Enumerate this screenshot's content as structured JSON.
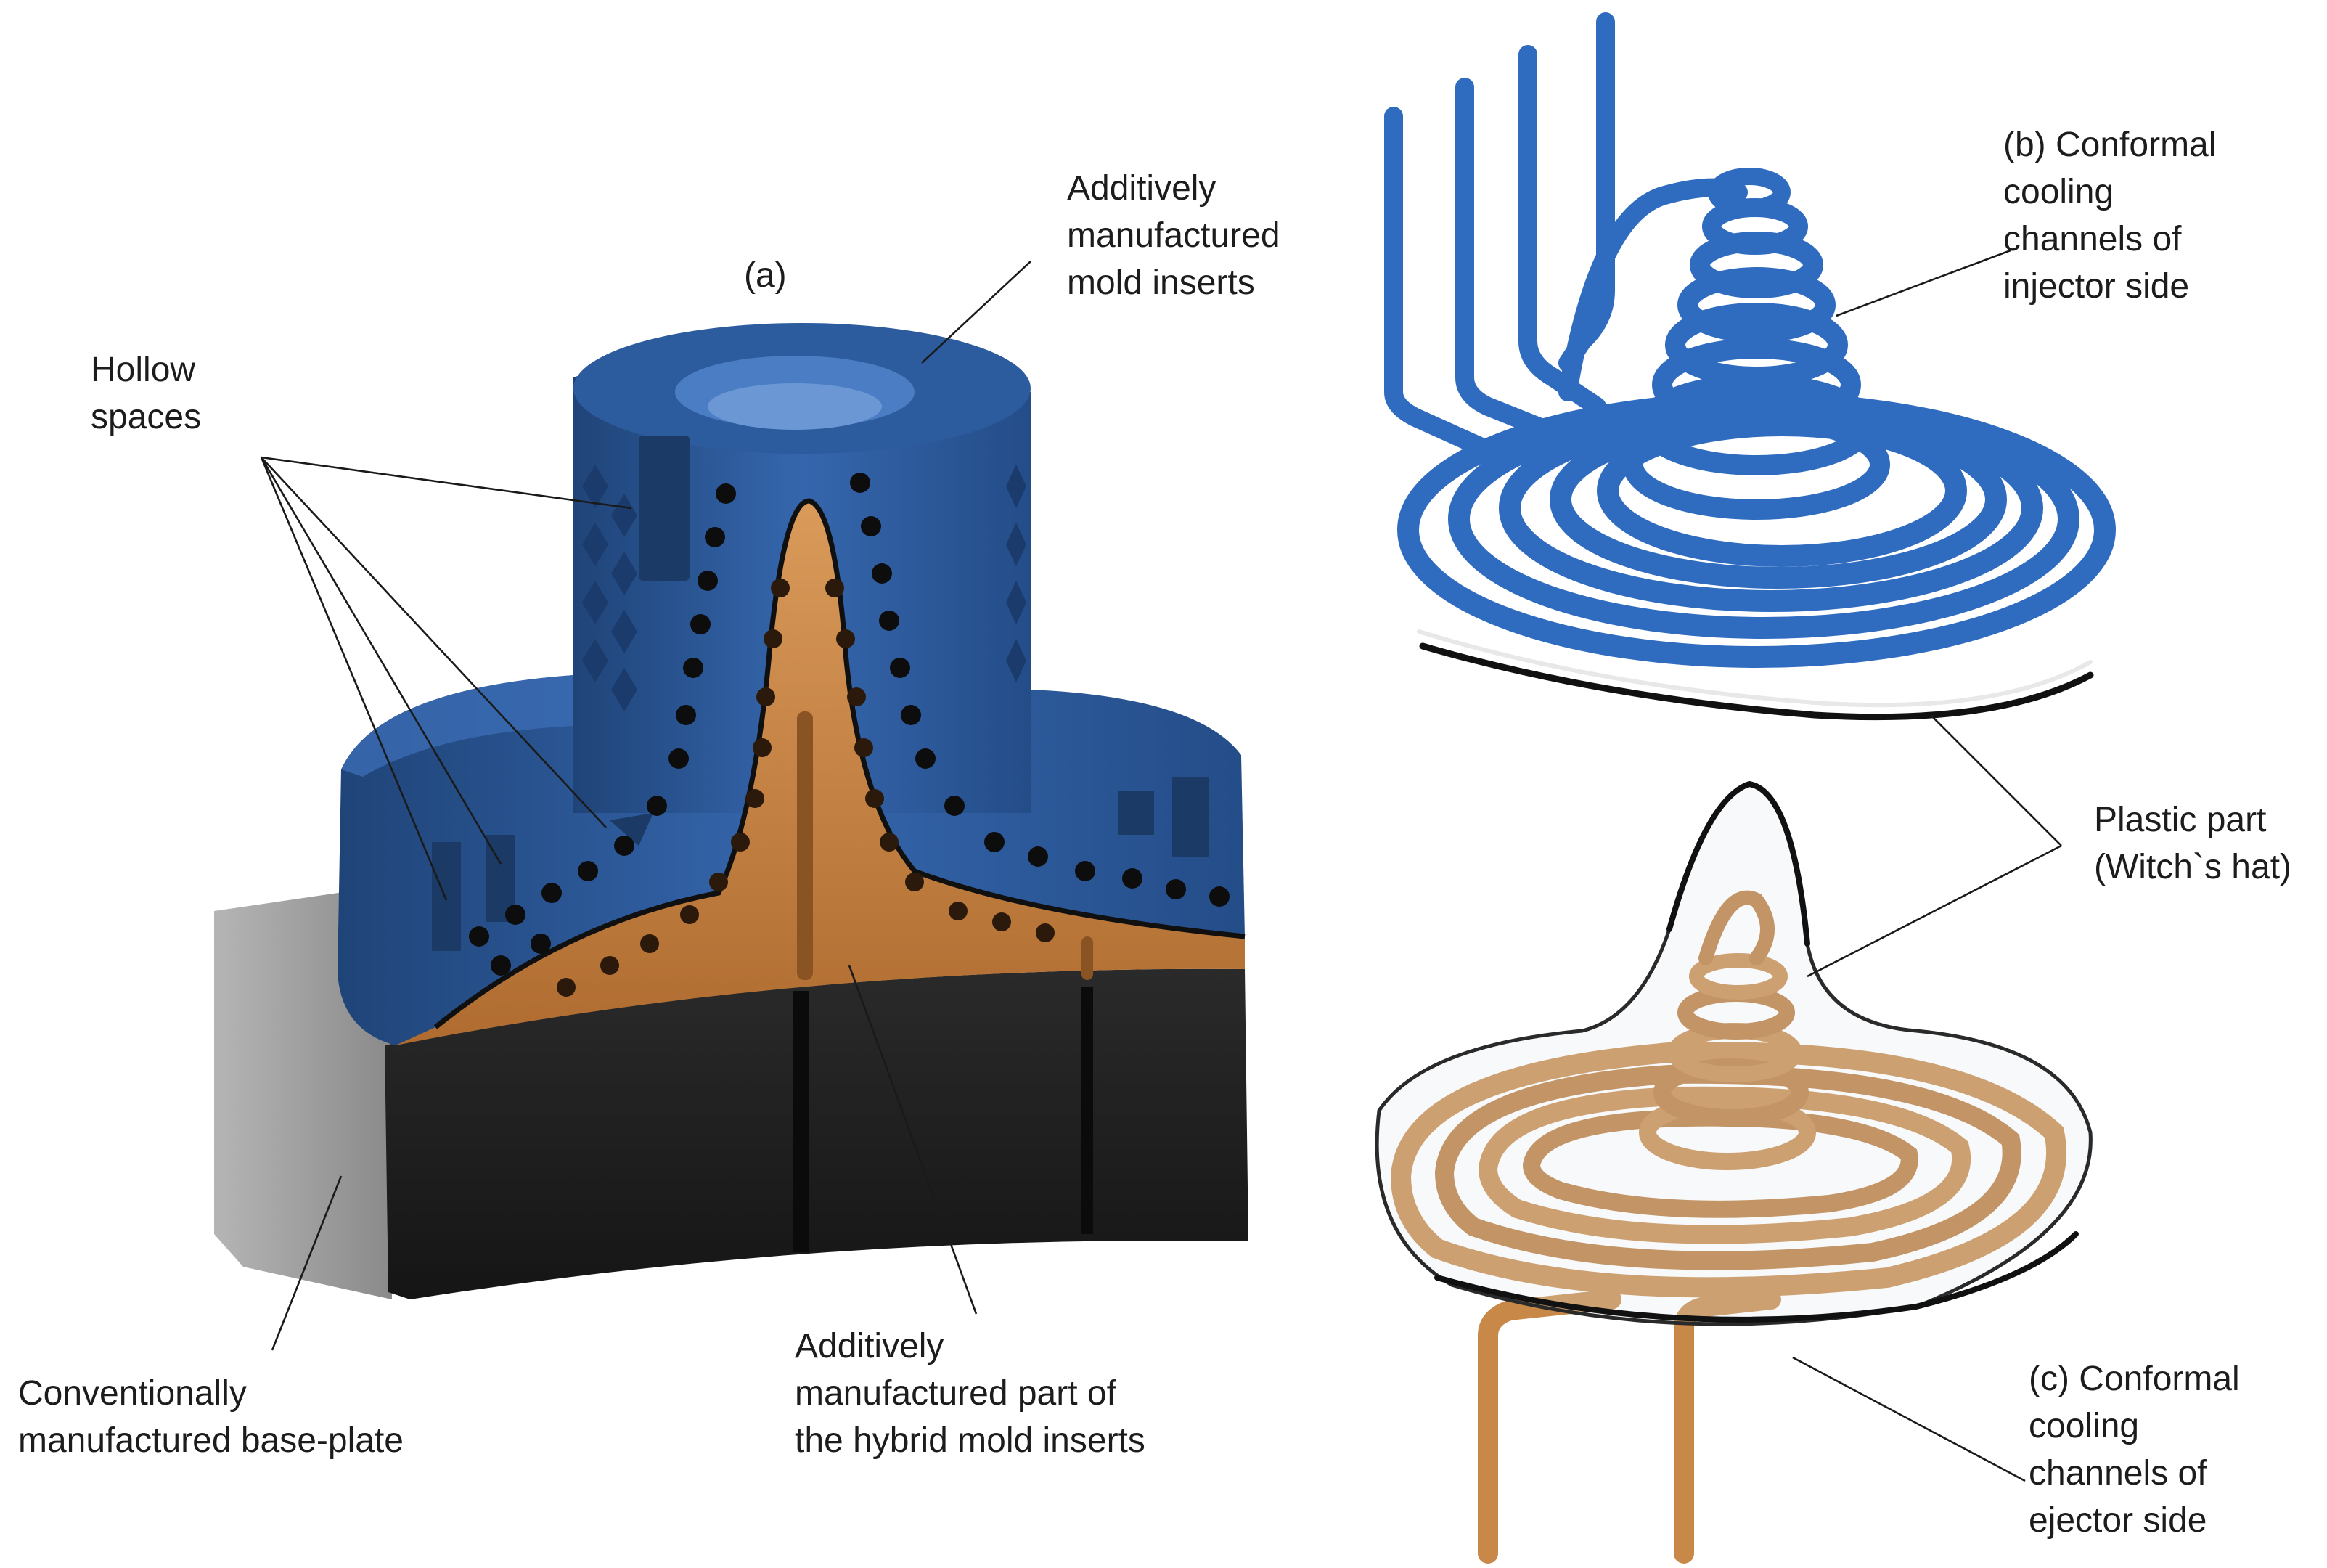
{
  "figure": {
    "panel_a": {
      "caption": "(a)",
      "labels": {
        "hollow_spaces": [
          "Hollow",
          "spaces"
        ],
        "am_mold_inserts": [
          "Additively",
          "manufactured",
          "mold inserts"
        ],
        "base_plate": [
          "Conventionally",
          "manufactured base-plate"
        ],
        "am_part_hybrid": [
          "Additively",
          "manufactured part of",
          "the hybrid mold inserts"
        ]
      }
    },
    "panel_b": {
      "label": [
        "(b) Conformal",
        "cooling",
        "channels of",
        "injector side"
      ]
    },
    "panel_c": {
      "label": [
        "(c) Conformal",
        "cooling",
        "channels of",
        "ejector side"
      ]
    },
    "plastic_part": {
      "label": [
        "Plastic part",
        "(Witch`s hat)"
      ]
    }
  },
  "colors": {
    "mold_blue": "#2f5d9e",
    "mold_blue_dark": "#1f4478",
    "copper": "#c47d3e",
    "copper_dark": "#8a5324",
    "base_black": "#1d1d1d",
    "base_grey": "#9a9a9a",
    "channel_blue": "#2f6cc0",
    "channel_copper": "#c78848"
  }
}
